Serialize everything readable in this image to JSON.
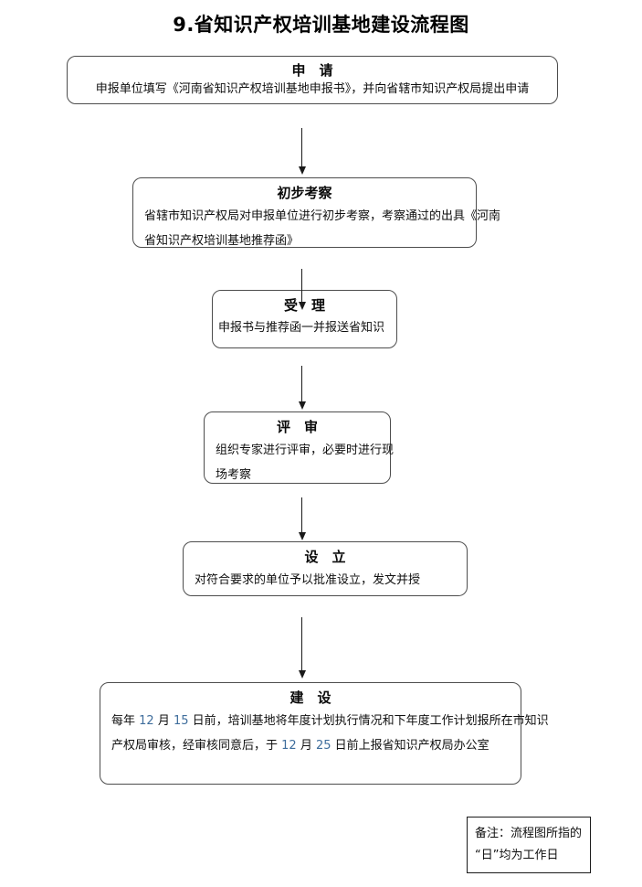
{
  "page": {
    "title": "9.省知识产权培训基地建设流程图"
  },
  "colors": {
    "box_border": "#4d4d4d",
    "arrow": "#1a1a1a",
    "text": "#0a0a0a",
    "number_blue": "#3e6d9c",
    "background": "#ffffff"
  },
  "flow": {
    "steps": [
      {
        "id": "apply",
        "title": "申　请",
        "body": "申报单位填写《河南省知识产权培训基地申报书》，并向省辖市知识产权局提出申请"
      },
      {
        "id": "inspect",
        "title": "初步考察",
        "lines": [
          "省辖市知识产权局对申报单位进行初步考察，考察通过的出具《河南",
          "省知识产权培训基地推荐函》"
        ]
      },
      {
        "id": "accept",
        "title": "受　理",
        "body": "申报书与推荐函一并报送省知识"
      },
      {
        "id": "review",
        "title": "评　审",
        "lines": [
          "组织专家进行评审，必要时进行现",
          "场考察"
        ]
      },
      {
        "id": "establish",
        "title": "设　立",
        "body": "对符合要求的单位予以批准设立，发文并授"
      },
      {
        "id": "build",
        "title": "建　设",
        "line1_parts": [
          "每年 ",
          "12",
          " 月 ",
          "15",
          " 日前，培训基地将年度计划执行情况和下年度工作计划报所在市知识"
        ],
        "line2_parts": [
          "产权局审核，经审核同意后，于 ",
          "12",
          " 月 ",
          "25",
          " 日前上报省知识产权局办公室"
        ]
      }
    ],
    "note": {
      "lines": [
        "备注：流程图所指的",
        "“日”均为工作日"
      ]
    }
  }
}
